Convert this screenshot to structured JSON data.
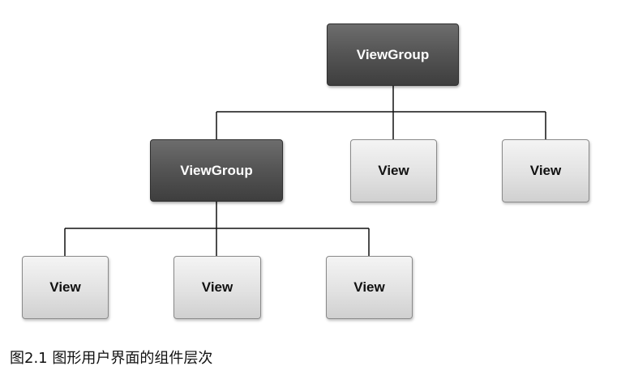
{
  "diagram": {
    "root": {
      "label": "ViewGroup"
    },
    "child_group": {
      "label": "ViewGroup"
    },
    "top_views": [
      {
        "label": "View"
      },
      {
        "label": "View"
      }
    ],
    "bottom_views": [
      {
        "label": "View"
      },
      {
        "label": "View"
      },
      {
        "label": "View"
      }
    ]
  },
  "caption": "图2.1  图形用户界面的组件层次"
}
